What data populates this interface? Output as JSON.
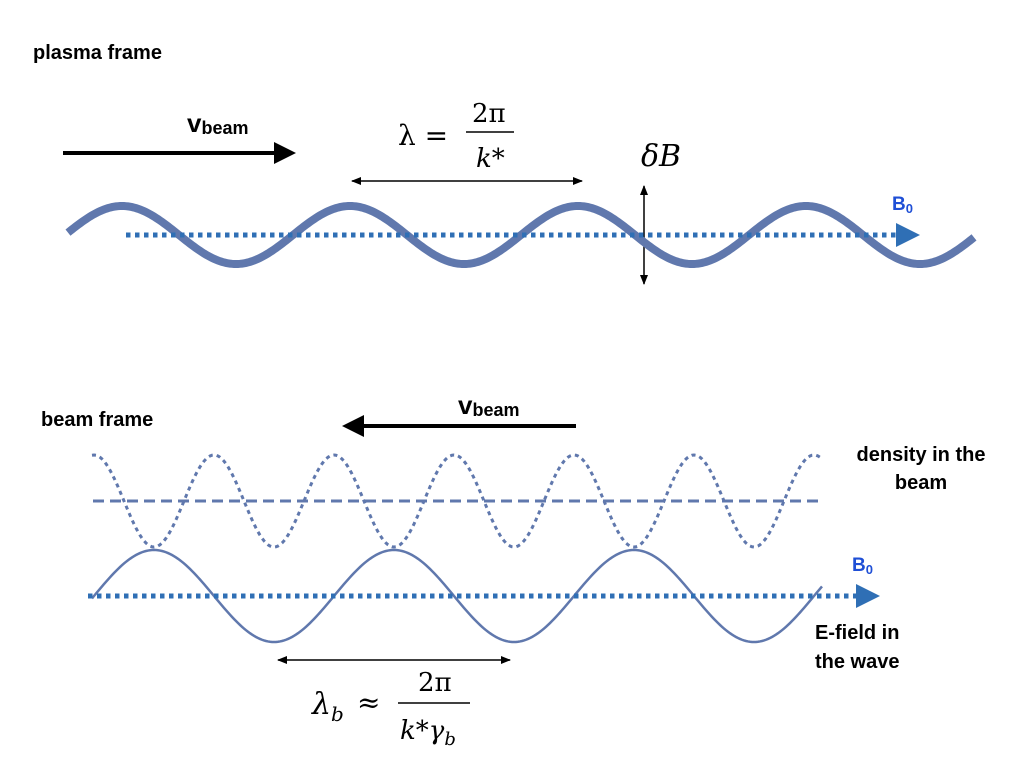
{
  "colors": {
    "wave": "#6078ad",
    "field_line": "#2f6fb5",
    "b_label": "#1f4fd6",
    "text": "#000000"
  },
  "plasma": {
    "frame_label": "plasma frame",
    "velocity_symbol": "v",
    "velocity_subscript": "beam",
    "lambda_lhs": "λ =",
    "lambda_numerator": "2π",
    "lambda_denominator": "k*",
    "deltaB": "δB",
    "field_symbol": "B",
    "field_subscript": "0"
  },
  "beam": {
    "frame_label": "beam frame",
    "velocity_symbol": "v",
    "velocity_subscript": "beam",
    "density_label_line1": "density in the",
    "density_label_line2": "beam",
    "efield_label_line1": "E-field in",
    "efield_label_line2": "the wave",
    "field_symbol": "B",
    "field_subscript": "0",
    "lambda_lhs": "λ",
    "lambda_lhs_subscript": "b",
    "lambda_approx": "≈",
    "lambda_numerator": "2π",
    "lambda_denominator_k": "k*",
    "lambda_denominator_gamma": "γ",
    "lambda_denominator_gamma_sub": "b"
  }
}
